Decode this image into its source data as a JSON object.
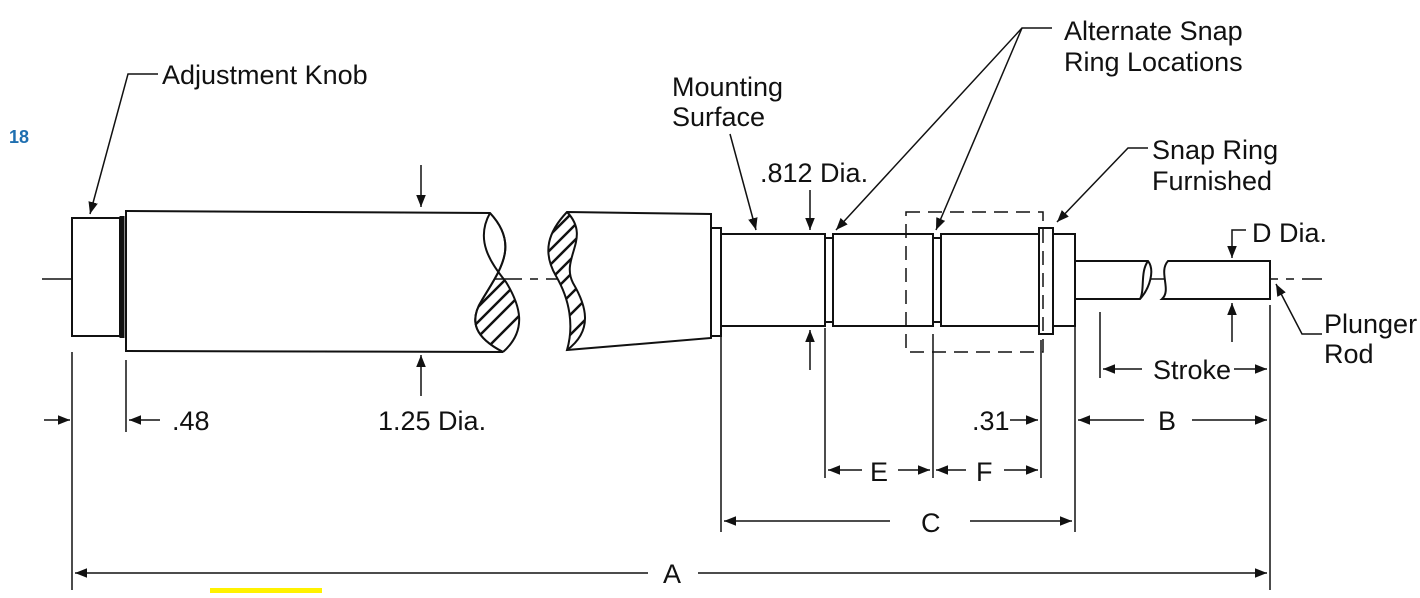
{
  "page_number": "18",
  "colors": {
    "page_number": "#1f6fb0",
    "highlight": "#fff200",
    "line": "#111111"
  },
  "labels": {
    "adjustment_knob": "Adjustment Knob",
    "mounting_surface_line1": "Mounting",
    "mounting_surface_line2": "Surface",
    "alternate_snap_line1": "Alternate Snap",
    "alternate_snap_line2": "Ring Locations",
    "snap_ring_line1": "Snap Ring",
    "snap_ring_line2": "Furnished",
    "plunger_rod_line1": "Plunger",
    "plunger_rod_line2": "Rod"
  },
  "dimensions": {
    "knob_width": ".48",
    "body_diameter": "1.25 Dia.",
    "mount_diameter": ".812 Dia.",
    "rod_diameter": "D Dia.",
    "ring_width": ".31",
    "stroke": "Stroke",
    "B": "B",
    "C": "C",
    "E": "E",
    "F": "F",
    "A": "A"
  }
}
